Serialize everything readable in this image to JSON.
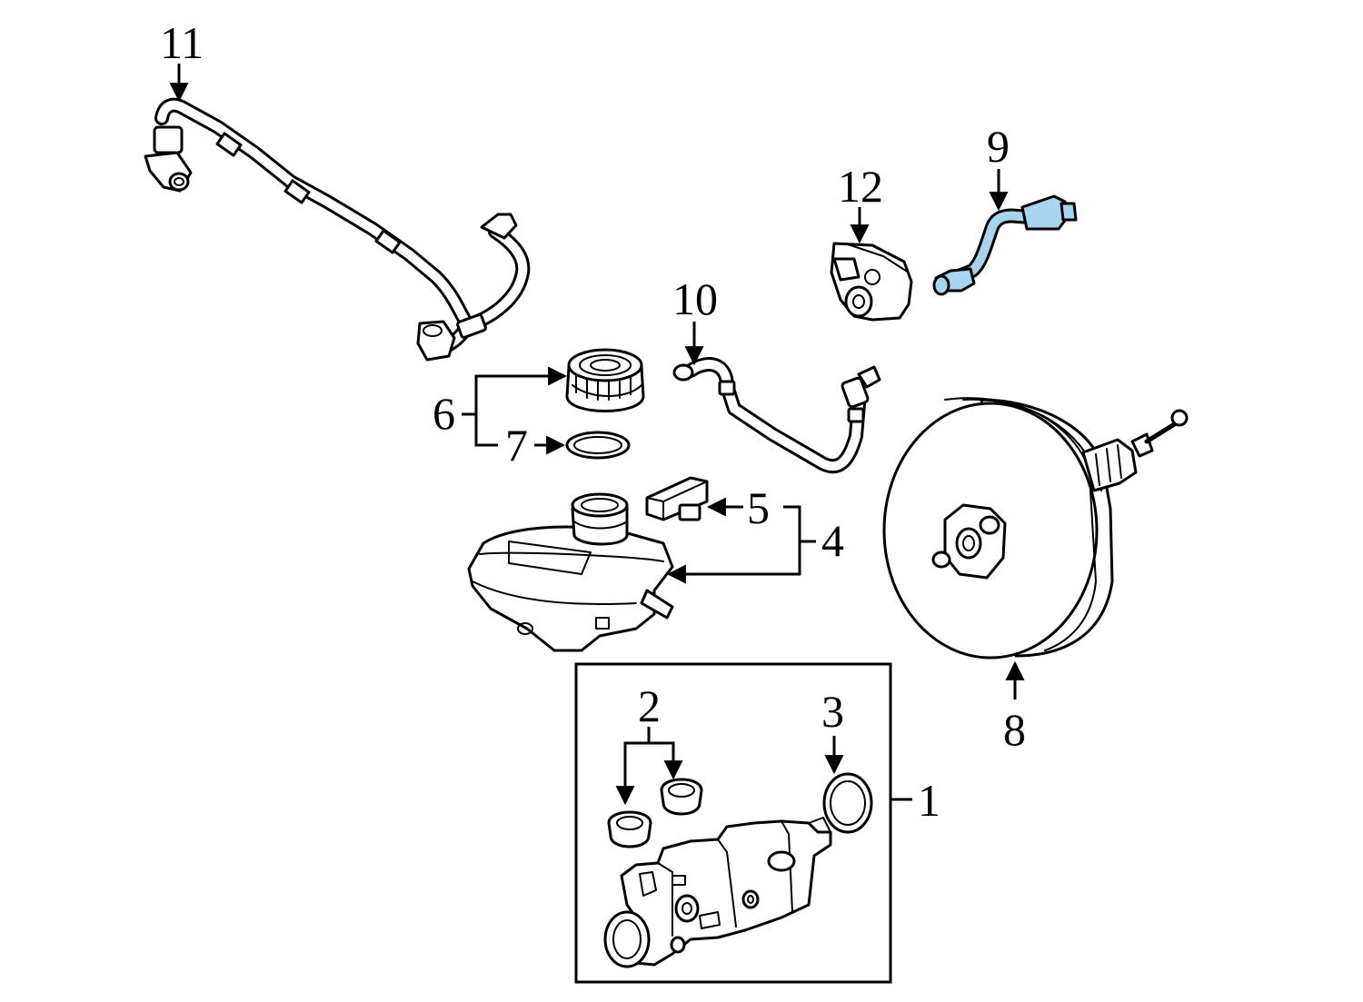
{
  "diagram": {
    "highlight_color": "#a9d4ef",
    "callouts": {
      "c1": "1",
      "c2": "2",
      "c3": "3",
      "c4": "4",
      "c5": "5",
      "c6": "6",
      "c7": "7",
      "c8": "8",
      "c9": "9",
      "c10": "10",
      "c11": "11",
      "c12": "12"
    },
    "highlighted_part": "9"
  }
}
